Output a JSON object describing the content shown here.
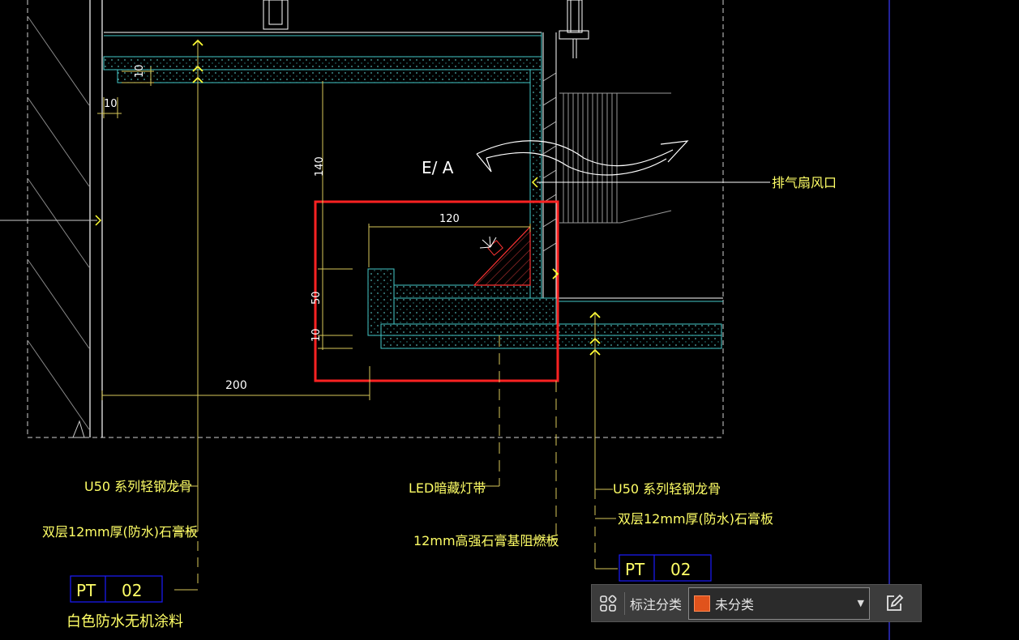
{
  "drawing": {
    "dims": {
      "d10_top": "10",
      "d10_left": "10",
      "d140": "140",
      "d120": "120",
      "d50": "50",
      "d10_bottom": "10",
      "d200": "200"
    },
    "section_mark": "E/ A",
    "labels": {
      "exhaust_fan": "排气扇风口",
      "left_keel": "U50 系列轻钢龙骨",
      "left_board": "双层12mm厚(防水)石膏板",
      "led": "LED暗藏灯带",
      "base_board": "12mm高强石膏基阻燃板",
      "right_keel": "U50 系列轻钢龙骨",
      "right_board": "双层12mm厚(防水)石膏板",
      "left_tag_code": "PT",
      "left_tag_num": "02",
      "left_tag_desc": "白色防水无机涂料",
      "right_tag_code": "PT",
      "right_tag_num": "02"
    },
    "colors": {
      "background": "#000000",
      "line_white": "#ffffff",
      "line_cyan": "#43c8c8",
      "line_yellow": "#ffff33",
      "dim_yellow": "#d7c85a",
      "highlight_red": "#ff2222",
      "tag_blue": "#1a1aff"
    }
  },
  "toolbar": {
    "label": "标注分类",
    "selected": "未分类",
    "grid_icon": "grid-icon",
    "dropdown_icon": "chevron-down-icon",
    "edit_icon": "edit-icon",
    "swatch_color": "#e0531c"
  }
}
